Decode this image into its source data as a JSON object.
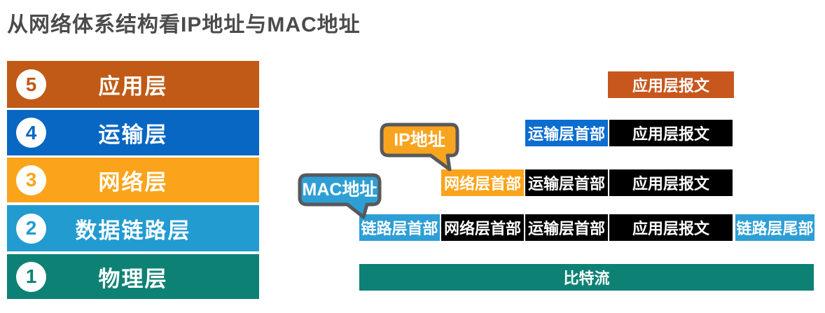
{
  "title": "从网络体系结构看IP地址与MAC地址",
  "layers": [
    {
      "num": "5",
      "label": "应用层",
      "color": "#c05a16"
    },
    {
      "num": "4",
      "label": "运输层",
      "color": "#0767c3"
    },
    {
      "num": "3",
      "label": "网络层",
      "color": "#fba41b"
    },
    {
      "num": "2",
      "label": "数据链路层",
      "color": "#229bd0"
    },
    {
      "num": "1",
      "label": "物理层",
      "color": "#0e8175"
    }
  ],
  "encapsulation": {
    "colors": {
      "app_message_box": "#c7571d",
      "transport_header_box": "#0b6dd0",
      "network_header_box": "#fba41b",
      "link_box": "#2d9ed6",
      "payload_box": "#000000",
      "bitstream_bar": "#0e8175"
    },
    "rows": [
      {
        "segments": [
          {
            "text": "应用层报文"
          }
        ]
      },
      {
        "segments": [
          {
            "text": "运输层首部"
          },
          {
            "text": "应用层报文"
          }
        ]
      },
      {
        "segments": [
          {
            "text": "网络层首部"
          },
          {
            "text": "运输层首部"
          },
          {
            "text": "应用层报文"
          }
        ]
      },
      {
        "segments": [
          {
            "text": "链路层首部"
          },
          {
            "text": "网络层首部"
          },
          {
            "text": "运输层首部"
          },
          {
            "text": "应用层报文"
          },
          {
            "text": "链路层尾部"
          }
        ]
      },
      {
        "segments": [
          {
            "text": "比特流"
          }
        ]
      }
    ]
  },
  "callouts": {
    "ip": {
      "label": "IP地址",
      "fill": "#f9a41f",
      "border": "#58595b"
    },
    "mac": {
      "label": "MAC地址",
      "fill": "#2e9fd4",
      "border": "#58595b"
    }
  }
}
